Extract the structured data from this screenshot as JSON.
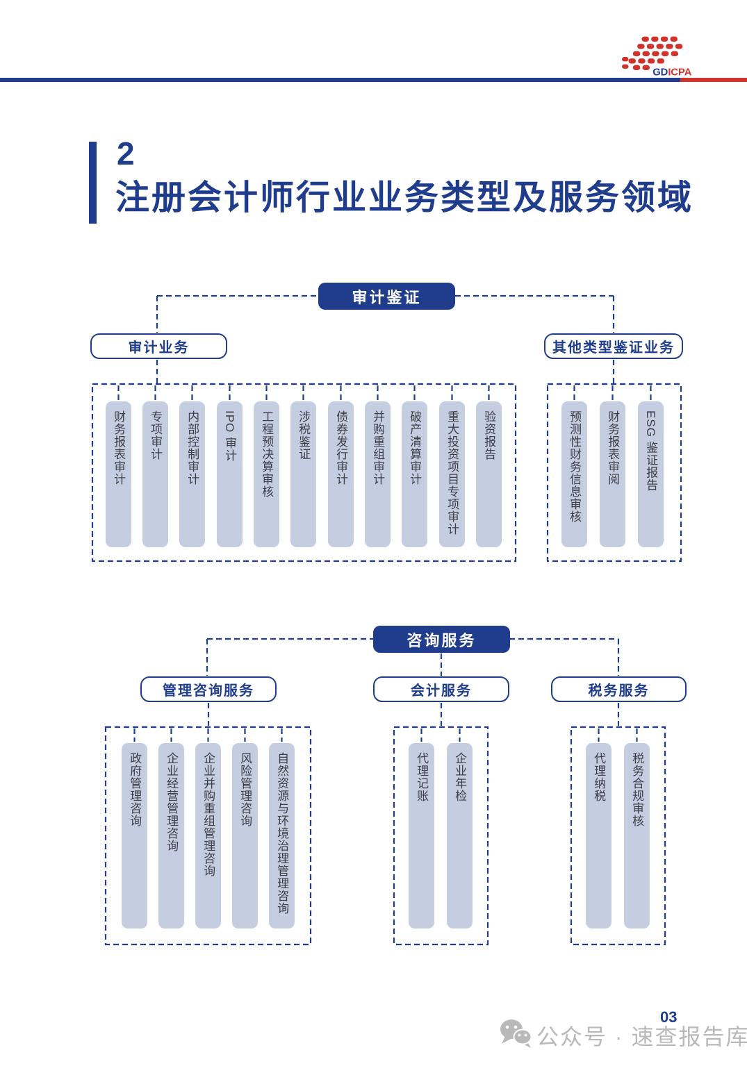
{
  "header": {
    "logo": {
      "gd": "GD",
      "icpa": "ICPA"
    }
  },
  "section": {
    "number": "2",
    "title": "注册会计师行业业务类型及服务领域"
  },
  "diagram_audit": {
    "root": "审计鉴证",
    "branches": [
      {
        "label": "审计业务",
        "items": [
          "财务报表审计",
          "专项审计",
          "内部控制审计",
          "IPO 审计",
          "工程预决算审核",
          "涉税鉴证",
          "债券发行审计",
          "并购重组审计",
          "破产清算审计",
          "重大投资项目专项审计",
          "验资报告"
        ]
      },
      {
        "label": "其他类型鉴证业务",
        "items": [
          "预测性财务信息审核",
          "财务报表审阅",
          "ESG 鉴证报告"
        ]
      }
    ]
  },
  "diagram_consulting": {
    "root": "咨询服务",
    "branches": [
      {
        "label": "管理咨询服务",
        "items": [
          "政府管理咨询",
          "企业经营管理咨询",
          "企业并购重组管理咨询",
          "风险管理咨询",
          "自然资源与环境治理管理咨询"
        ]
      },
      {
        "label": "会计服务",
        "items": [
          "代理记账",
          "企业年检"
        ]
      },
      {
        "label": "税务服务",
        "items": [
          "代理纳税",
          "税务合规审核"
        ]
      }
    ]
  },
  "footer": {
    "page_number": "03",
    "watermark_text": "公众号 · 速查报告库"
  },
  "colors": {
    "navy": "#1f3d8c",
    "red": "#cf342c",
    "pill_fill": "#c5cde1",
    "pill_text": "#3d3f46",
    "watermark_gray": "#b9b9b9"
  }
}
